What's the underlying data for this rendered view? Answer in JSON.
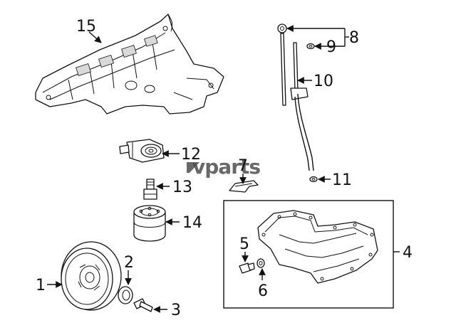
{
  "callouts": {
    "c1": "1",
    "c2": "2",
    "c3": "3",
    "c4": "4",
    "c5": "5",
    "c6": "6",
    "c7": "7",
    "c8": "8",
    "c9": "9",
    "c10": "10",
    "c11": "11",
    "c12": "12",
    "c13": "13",
    "c14": "14",
    "c15": "15"
  },
  "watermark": {
    "text": "vparts"
  },
  "colors": {
    "line": "#111111",
    "background": "#ffffff",
    "watermark": "#4d4d4d"
  }
}
